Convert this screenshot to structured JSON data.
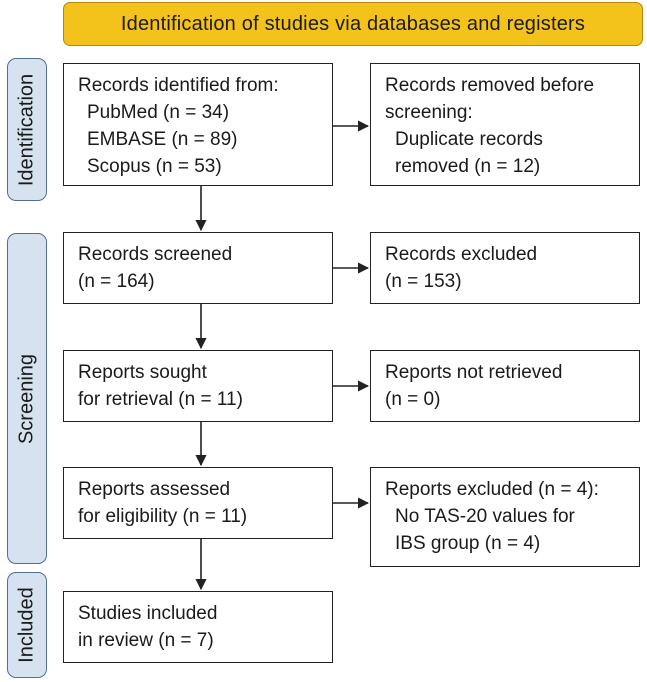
{
  "header": {
    "title": "Identification of studies via databases and registers"
  },
  "phases": {
    "identification": "Identification",
    "screening": "Screening",
    "included": "Included"
  },
  "boxes": {
    "identified": {
      "lines": [
        "Records identified from:",
        "PubMed (n = 34)",
        "EMBASE (n = 89)",
        "Scopus (n = 53)"
      ]
    },
    "removed": {
      "lines": [
        "Records removed before",
        "screening:",
        "Duplicate records",
        "removed (n = 12)"
      ]
    },
    "screened": {
      "lines": [
        "Records screened",
        "(n = 164)"
      ]
    },
    "excluded": {
      "lines": [
        "Records excluded",
        "(n = 153)"
      ]
    },
    "sought": {
      "lines": [
        "Reports sought",
        "for retrieval (n = 11)"
      ]
    },
    "not_retrieved": {
      "lines": [
        "Reports not retrieved",
        "(n = 0)"
      ]
    },
    "assessed": {
      "lines": [
        "Reports assessed",
        "for eligibility (n = 11)"
      ]
    },
    "reports_excluded": {
      "lines": [
        "Reports excluded (n = 4):",
        "No TAS-20 values for",
        "IBS group (n = 4)"
      ]
    },
    "included": {
      "lines": [
        "Studies included",
        "in review (n = 7)"
      ]
    }
  },
  "colors": {
    "header_fill": "#f3c21b",
    "phase_fill": "#d6e2f0",
    "phase_border": "#556d8d",
    "box_border": "#222222"
  }
}
